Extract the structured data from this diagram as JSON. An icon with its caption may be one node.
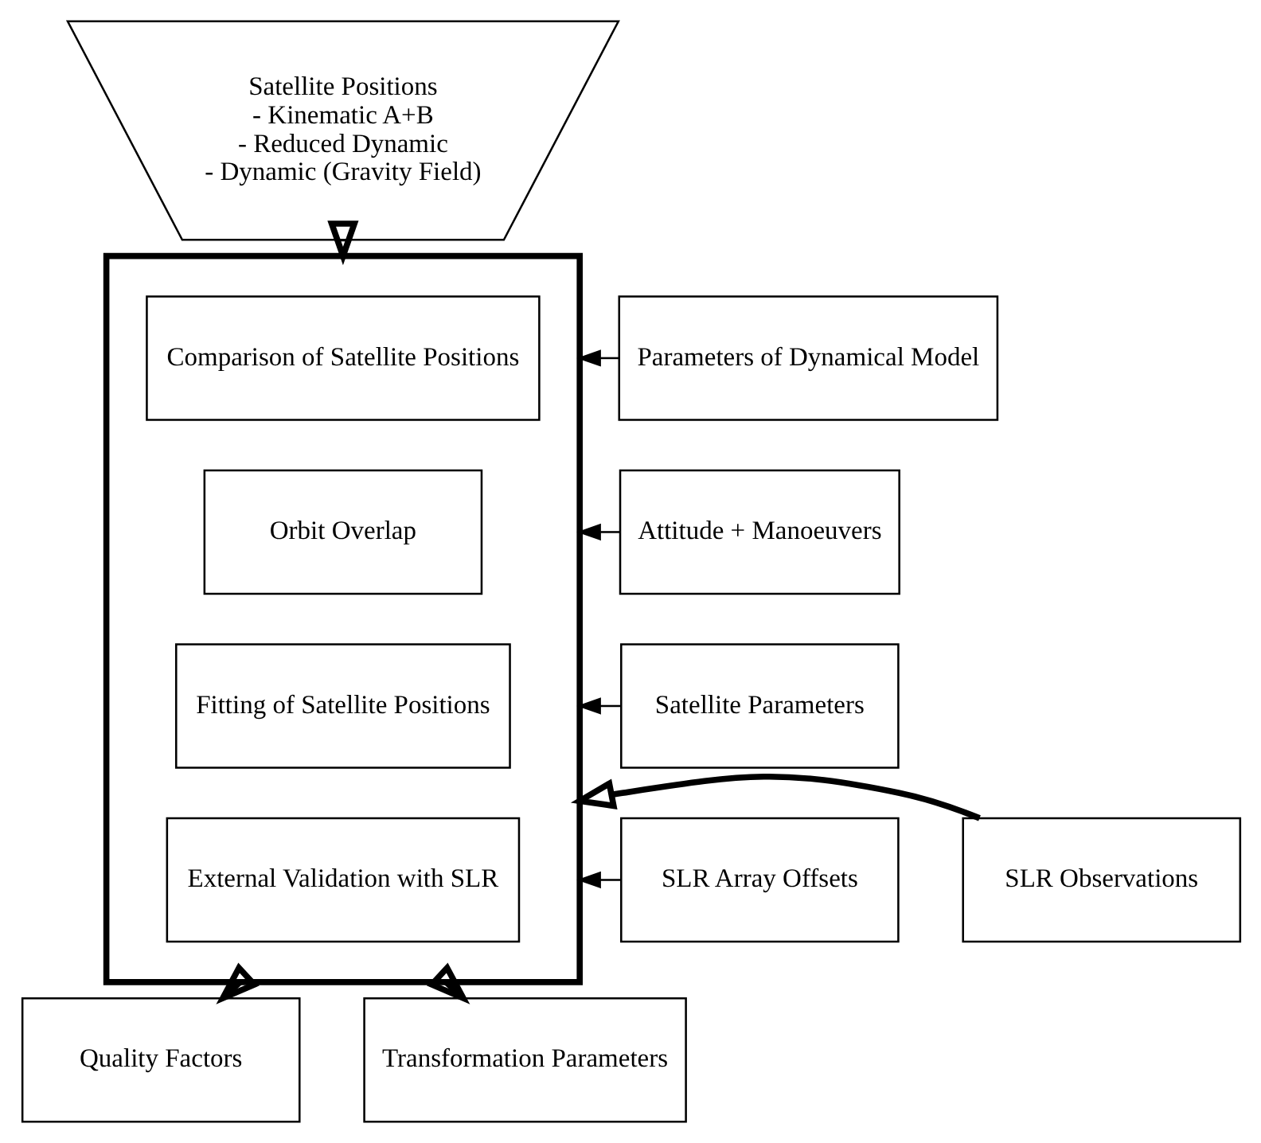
{
  "diagram": {
    "nodes": [
      {
        "text": [
          "Satellite Positions",
          "- Kinematic A+B",
          "- Reduced Dynamic",
          "- Dynamic (Gravity Field)"
        ]
      },
      {
        "text": [
          "Parameters of Dynamical Model"
        ]
      },
      {
        "text": [
          "Attitude + Manoeuvers"
        ]
      },
      {
        "text": [
          "Satellite Parameters"
        ]
      },
      {
        "text": [
          "SLR Array Offsets"
        ]
      },
      {
        "text": [],
        "shape": "box"
      },
      {
        "text": [
          "Comparison of Satellite Positions"
        ],
        "in": 5
      },
      {
        "text": [
          "Orbit Overlap"
        ],
        "in": 5
      },
      {
        "text": [
          "Fitting of Satellite Positions"
        ],
        "in": 5
      },
      {
        "text": [
          "External Validation with SLR"
        ],
        "in": 5
      },
      {
        "text": [
          "SLR Observations"
        ]
      },
      {
        "text": [
          "Quality Factors"
        ]
      },
      {
        "text": [
          "Transformation Parameters"
        ]
      }
    ],
    "edges": [
      {
        "from": 0,
        "to": 5,
        "arrow": "to",
        "style": "thick"
      },
      {
        "from": 1,
        "to": 5,
        "arrow": "to"
      },
      {
        "from": 2,
        "to": 5,
        "arrow": "to"
      },
      {
        "from": 3,
        "to": 5,
        "arrow": "to"
      },
      {
        "from": 4,
        "to": 5,
        "arrow": "to"
      },
      {
        "from": 10,
        "to": 5,
        "arrow": "to",
        "style": "thick"
      },
      {
        "from": 5,
        "to": 11,
        "arrow": "to",
        "style": "thick"
      },
      {
        "from": 5,
        "to": 12,
        "arrow": "to",
        "style": "thick"
      }
    ]
  }
}
